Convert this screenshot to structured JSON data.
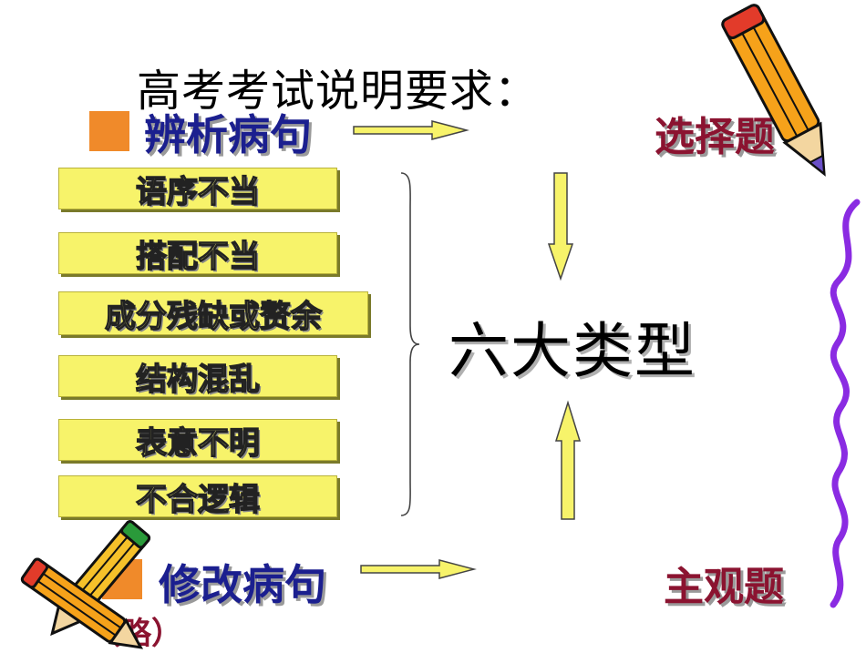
{
  "title": "高考考试说明要求：",
  "top_heading": "辨析病句",
  "top_result": "选择题",
  "types": [
    "语序不当",
    "搭配不当",
    "成分残缺或赘余",
    "结构混乱",
    "表意不明",
    "不合逻辑"
  ],
  "center_label": "六大类型",
  "bottom_heading": "修改病句",
  "bottom_result": "主观题",
  "bottom_note": "（略）",
  "colors": {
    "heading": "#1b1f8f",
    "result": "#8b1330",
    "box_fill": "#f7f36a",
    "square": "#f08a2a",
    "arrow_fill": "#f7f36a",
    "wave": "#8a2be2"
  }
}
